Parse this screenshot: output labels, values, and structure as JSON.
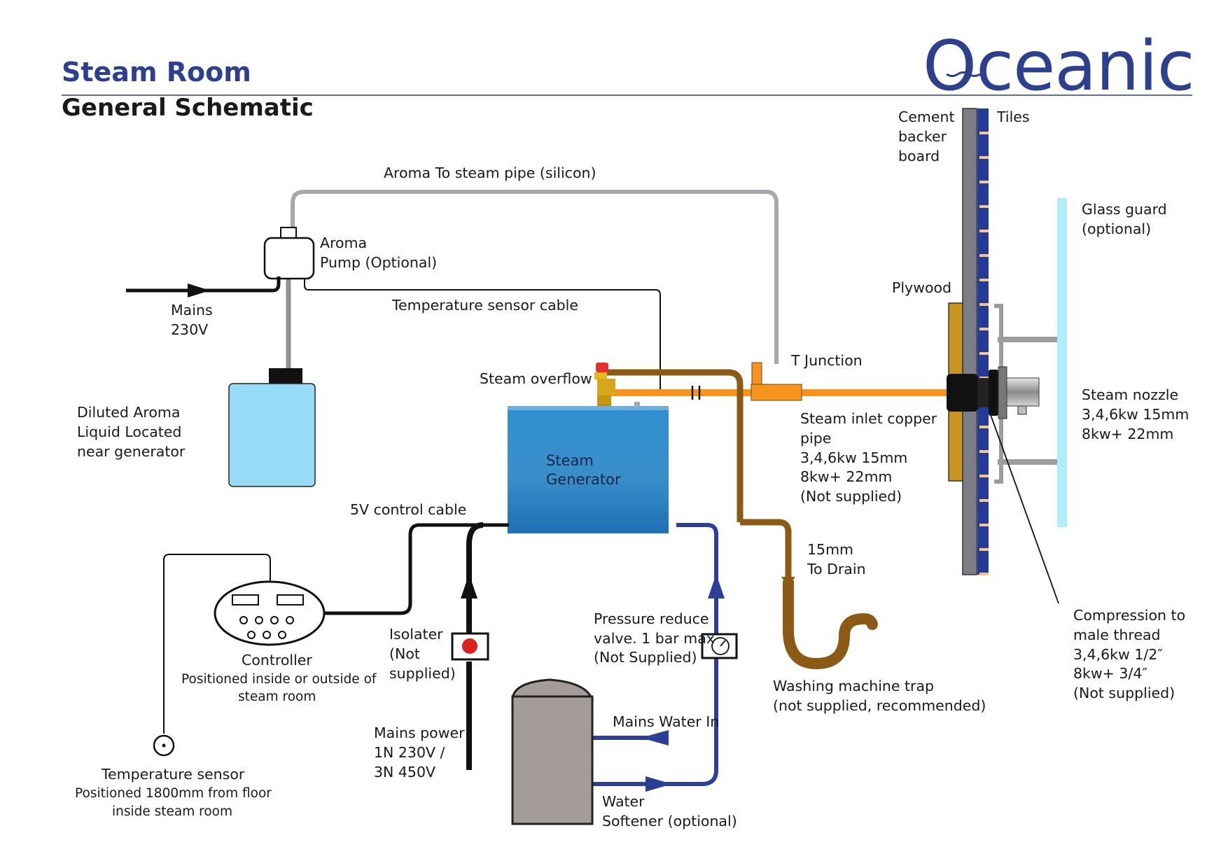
{
  "header": {
    "title": "Steam Room",
    "subtitle": "General Schematic",
    "brand": "Oceanic"
  },
  "colors": {
    "brand_blue": "#2d3f8f",
    "aroma_pipe": "#a8a8ac",
    "steam_pipe": "#f7941d",
    "drain_pipe": "#8b5a14",
    "water_pipe": "#2b3f96",
    "power_cable": "#111111",
    "glass_guard": "#b3ecf9",
    "aroma_liquid": "#97dbf6",
    "generator": "#2f86c8",
    "plywood": "#c8961e",
    "backer_board": "#7d7d85",
    "tiles": "#243a94",
    "softener": "#a39c99"
  },
  "labels": {
    "aroma_pipe": "Aroma To steam pipe (silicon)",
    "aroma_pump_1": "Aroma",
    "aroma_pump_2": "Pump (Optional)",
    "mains_1": "Mains",
    "mains_2": "230V",
    "temp_cable": "Temperature sensor cable",
    "diluted_1": "Diluted Aroma",
    "diluted_2": "Liquid Located",
    "diluted_3": "near generator",
    "steam_overflow": "Steam overflow",
    "t_junction": "T Junction",
    "generator_1": "Steam",
    "generator_2": "Generator",
    "inlet_1": "Steam inlet copper",
    "inlet_2": "pipe",
    "inlet_3": "3,4,6kw 15mm",
    "inlet_4": "8kw+ 22mm",
    "inlet_5": "(Not supplied)",
    "cement_1": "Cement",
    "cement_2": "backer",
    "cement_3": "board",
    "tiles": "Tiles",
    "plywood": "Plywood",
    "glass_1": "Glass guard",
    "glass_2": "(optional)",
    "nozzle_1": "Steam nozzle",
    "nozzle_2": "3,4,6kw 15mm",
    "nozzle_3": "8kw+ 22mm",
    "control_cable": "5V control cable",
    "drain_1": "15mm",
    "drain_2": "To Drain",
    "controller_1": "Controller",
    "controller_2": "Positioned inside or outside of",
    "controller_3": "steam room",
    "isolater_1": "Isolater",
    "isolater_2": "(Not",
    "isolater_3": "supplied)",
    "prv_1": "Pressure reduce",
    "prv_2": "valve. 1 bar max",
    "prv_3": "(Not Supplied)",
    "trap_1": "Washing machine trap",
    "trap_2": "(not supplied, recommended)",
    "compression_1": "Compression to",
    "compression_2": "male thread",
    "compression_3": "3,4,6kw 1/2″",
    "compression_4": "8kw+ 3/4″",
    "compression_5": "(Not supplied)",
    "mains_water_in": "Mains Water In",
    "mains_power_1": "Mains power",
    "mains_power_2": "1N 230V /",
    "mains_power_3": "3N 450V",
    "softener_1": "Water",
    "softener_2": "Softener (optional)",
    "temp_sensor_1": "Temperature sensor",
    "temp_sensor_2": "Positioned 1800mm from floor",
    "temp_sensor_3": "inside steam room"
  }
}
